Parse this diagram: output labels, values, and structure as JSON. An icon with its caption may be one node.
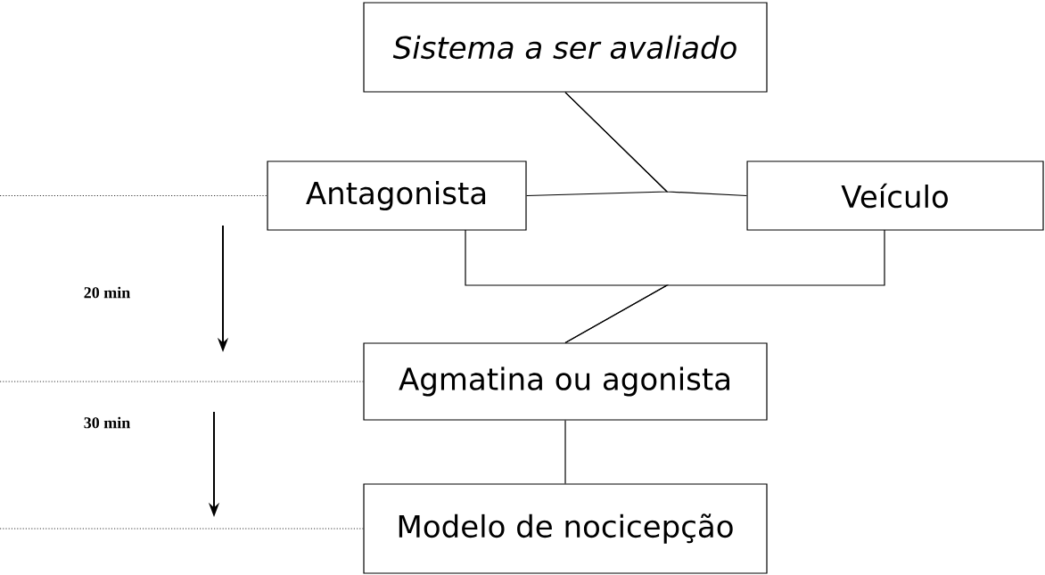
{
  "diagram": {
    "nodes": [
      {
        "text": [
          "Sistema a ser avaliado"
        ]
      },
      {
        "text": [
          "Antagonista"
        ]
      },
      {
        "text": [
          "Veículo"
        ]
      },
      {
        "text": [
          "Agmatina ou agonista"
        ]
      },
      {
        "text": [
          "Modelo de nocicepção"
        ]
      }
    ],
    "edges": [
      {
        "from": 0,
        "to": 1,
        "arrow": "none"
      },
      {
        "from": 0,
        "to": 2,
        "arrow": "none"
      },
      {
        "from": 1,
        "to": 3,
        "arrow": "none"
      },
      {
        "from": 2,
        "to": 3,
        "arrow": "none"
      },
      {
        "from": 3,
        "to": 4,
        "arrow": "none"
      },
      {
        "from": null,
        "to": 1,
        "arrow": "none",
        "style": "dashed"
      },
      {
        "from": null,
        "to": 3,
        "arrow": "none",
        "style": "dashed"
      },
      {
        "from": null,
        "to": 4,
        "arrow": "none",
        "style": "dashed"
      }
    ],
    "labels": [
      "20 min",
      "30 min"
    ]
  }
}
